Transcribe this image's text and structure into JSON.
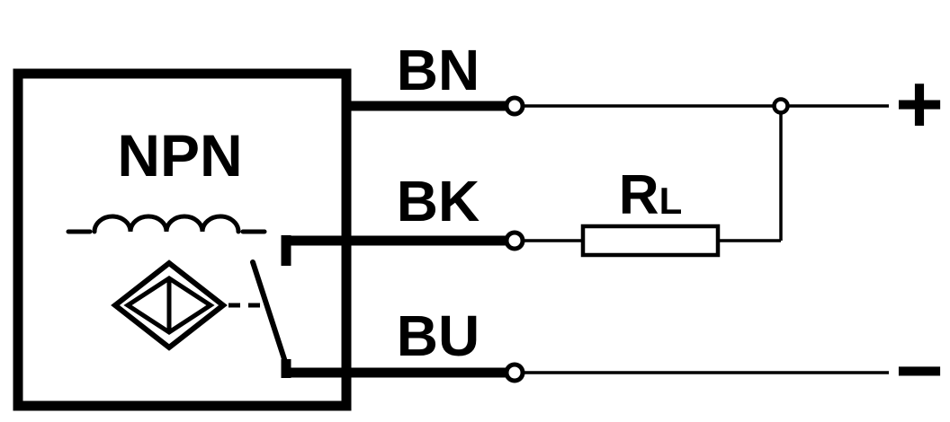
{
  "diagram": {
    "sensor_label": "NPN",
    "wire_labels": {
      "top": "BN",
      "middle": "BK",
      "bottom": "BU"
    },
    "load_label": {
      "main": "R",
      "subscript": "L"
    },
    "terminals": {
      "positive": "+",
      "negative": "−"
    },
    "colors": {
      "line": "#000000",
      "background": "#ffffff"
    }
  }
}
